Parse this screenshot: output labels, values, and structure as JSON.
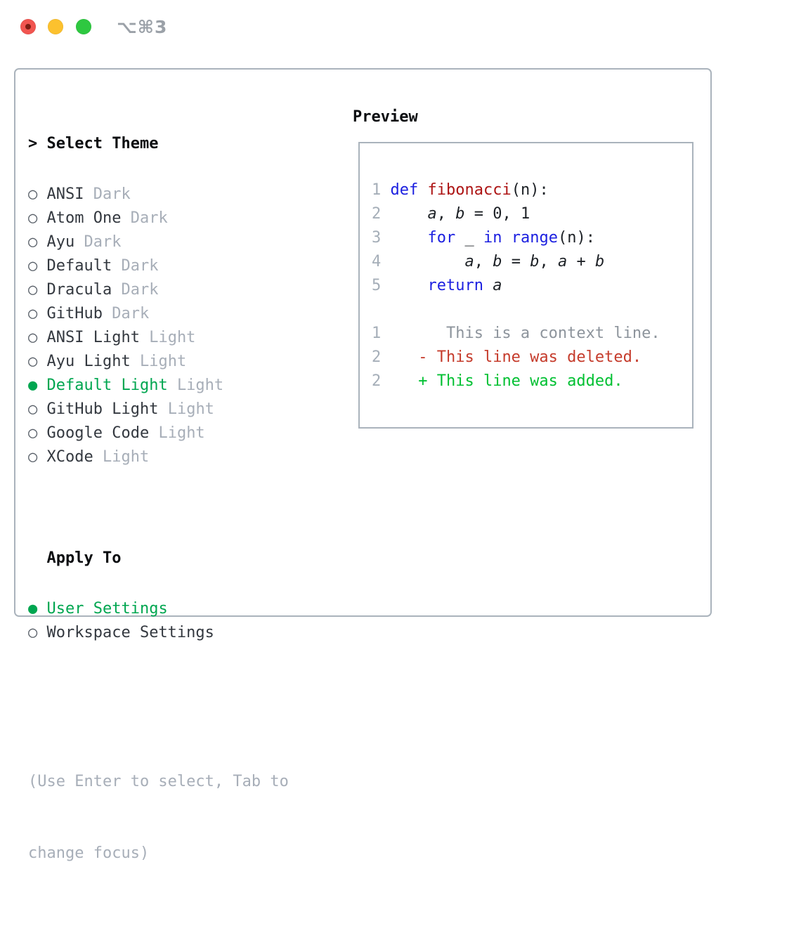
{
  "window": {
    "title": "⌥⌘3"
  },
  "colors": {
    "accent_green": "#00a650",
    "keyword_blue": "#1b1fe0",
    "function_red": "#ad1414",
    "diff_red": "#c53b2b",
    "diff_green": "#00c032",
    "muted_gray": "#a7aeb8",
    "border_gray": "#aab3bc",
    "traffic_red": "#f15550",
    "traffic_yellow": "#fcc12e",
    "traffic_green": "#2ec840"
  },
  "theme_panel": {
    "markers": {
      "unselected": "○",
      "selected": "●",
      "header": ">"
    },
    "header": {
      "label": "Select Theme"
    },
    "items": [
      {
        "name": "ANSI",
        "variant": "Dark",
        "selected": false
      },
      {
        "name": "Atom One",
        "variant": "Dark",
        "selected": false
      },
      {
        "name": "Ayu",
        "variant": "Dark",
        "selected": false
      },
      {
        "name": "Default",
        "variant": "Dark",
        "selected": false
      },
      {
        "name": "Dracula",
        "variant": "Dark",
        "selected": false
      },
      {
        "name": "GitHub",
        "variant": "Dark",
        "selected": false
      },
      {
        "name": "ANSI Light",
        "variant": "Light",
        "selected": false
      },
      {
        "name": "Ayu Light",
        "variant": "Light",
        "selected": false
      },
      {
        "name": "Default Light",
        "variant": "Light",
        "selected": true
      },
      {
        "name": "GitHub Light",
        "variant": "Light",
        "selected": false
      },
      {
        "name": "Google Code",
        "variant": "Light",
        "selected": false
      },
      {
        "name": "XCode",
        "variant": "Light",
        "selected": false
      }
    ],
    "apply_to": {
      "label": "Apply To",
      "options": [
        {
          "name": "User Settings",
          "selected": true
        },
        {
          "name": "Workspace Settings",
          "selected": false
        }
      ]
    },
    "help_lines": [
      "(Use Enter to select, Tab to",
      "change focus)"
    ]
  },
  "preview": {
    "title": "Preview",
    "lines": [
      [
        {
          "t": "1 ",
          "c": "lineno"
        },
        {
          "t": "def",
          "c": "kw"
        },
        {
          "t": " ",
          "c": "plain"
        },
        {
          "t": "fibonacci",
          "c": "func"
        },
        {
          "t": "(n):",
          "c": "plain"
        }
      ],
      [
        {
          "t": "2 ",
          "c": "lineno"
        },
        {
          "t": "    ",
          "c": "plain"
        },
        {
          "t": "a",
          "c": "var"
        },
        {
          "t": ", ",
          "c": "plain"
        },
        {
          "t": "b",
          "c": "var"
        },
        {
          "t": " = 0, 1",
          "c": "plain"
        }
      ],
      [
        {
          "t": "3 ",
          "c": "lineno"
        },
        {
          "t": "    ",
          "c": "plain"
        },
        {
          "t": "for",
          "c": "kw"
        },
        {
          "t": " _ ",
          "c": "plain"
        },
        {
          "t": "in",
          "c": "kw"
        },
        {
          "t": " ",
          "c": "plain"
        },
        {
          "t": "range",
          "c": "kw"
        },
        {
          "t": "(n):",
          "c": "plain"
        }
      ],
      [
        {
          "t": "4 ",
          "c": "lineno"
        },
        {
          "t": "        ",
          "c": "plain"
        },
        {
          "t": "a",
          "c": "var"
        },
        {
          "t": ", ",
          "c": "plain"
        },
        {
          "t": "b",
          "c": "var"
        },
        {
          "t": " = ",
          "c": "plain"
        },
        {
          "t": "b",
          "c": "var"
        },
        {
          "t": ", ",
          "c": "plain"
        },
        {
          "t": "a",
          "c": "var"
        },
        {
          "t": " + ",
          "c": "plain"
        },
        {
          "t": "b",
          "c": "var"
        }
      ],
      [
        {
          "t": "5 ",
          "c": "lineno"
        },
        {
          "t": "    ",
          "c": "plain"
        },
        {
          "t": "return",
          "c": "kw"
        },
        {
          "t": " ",
          "c": "plain"
        },
        {
          "t": "a",
          "c": "var"
        }
      ],
      [
        {
          "t": "",
          "c": "plain"
        }
      ],
      [
        {
          "t": "1",
          "c": "lineno"
        },
        {
          "t": "       This is a context line.",
          "c": "ctx"
        }
      ],
      [
        {
          "t": "2",
          "c": "lineno"
        },
        {
          "t": "    ",
          "c": "plain"
        },
        {
          "t": "- This line was deleted.",
          "c": "del"
        }
      ],
      [
        {
          "t": "2",
          "c": "lineno"
        },
        {
          "t": "    ",
          "c": "plain"
        },
        {
          "t": "+ This line was added.",
          "c": "add"
        }
      ]
    ]
  }
}
